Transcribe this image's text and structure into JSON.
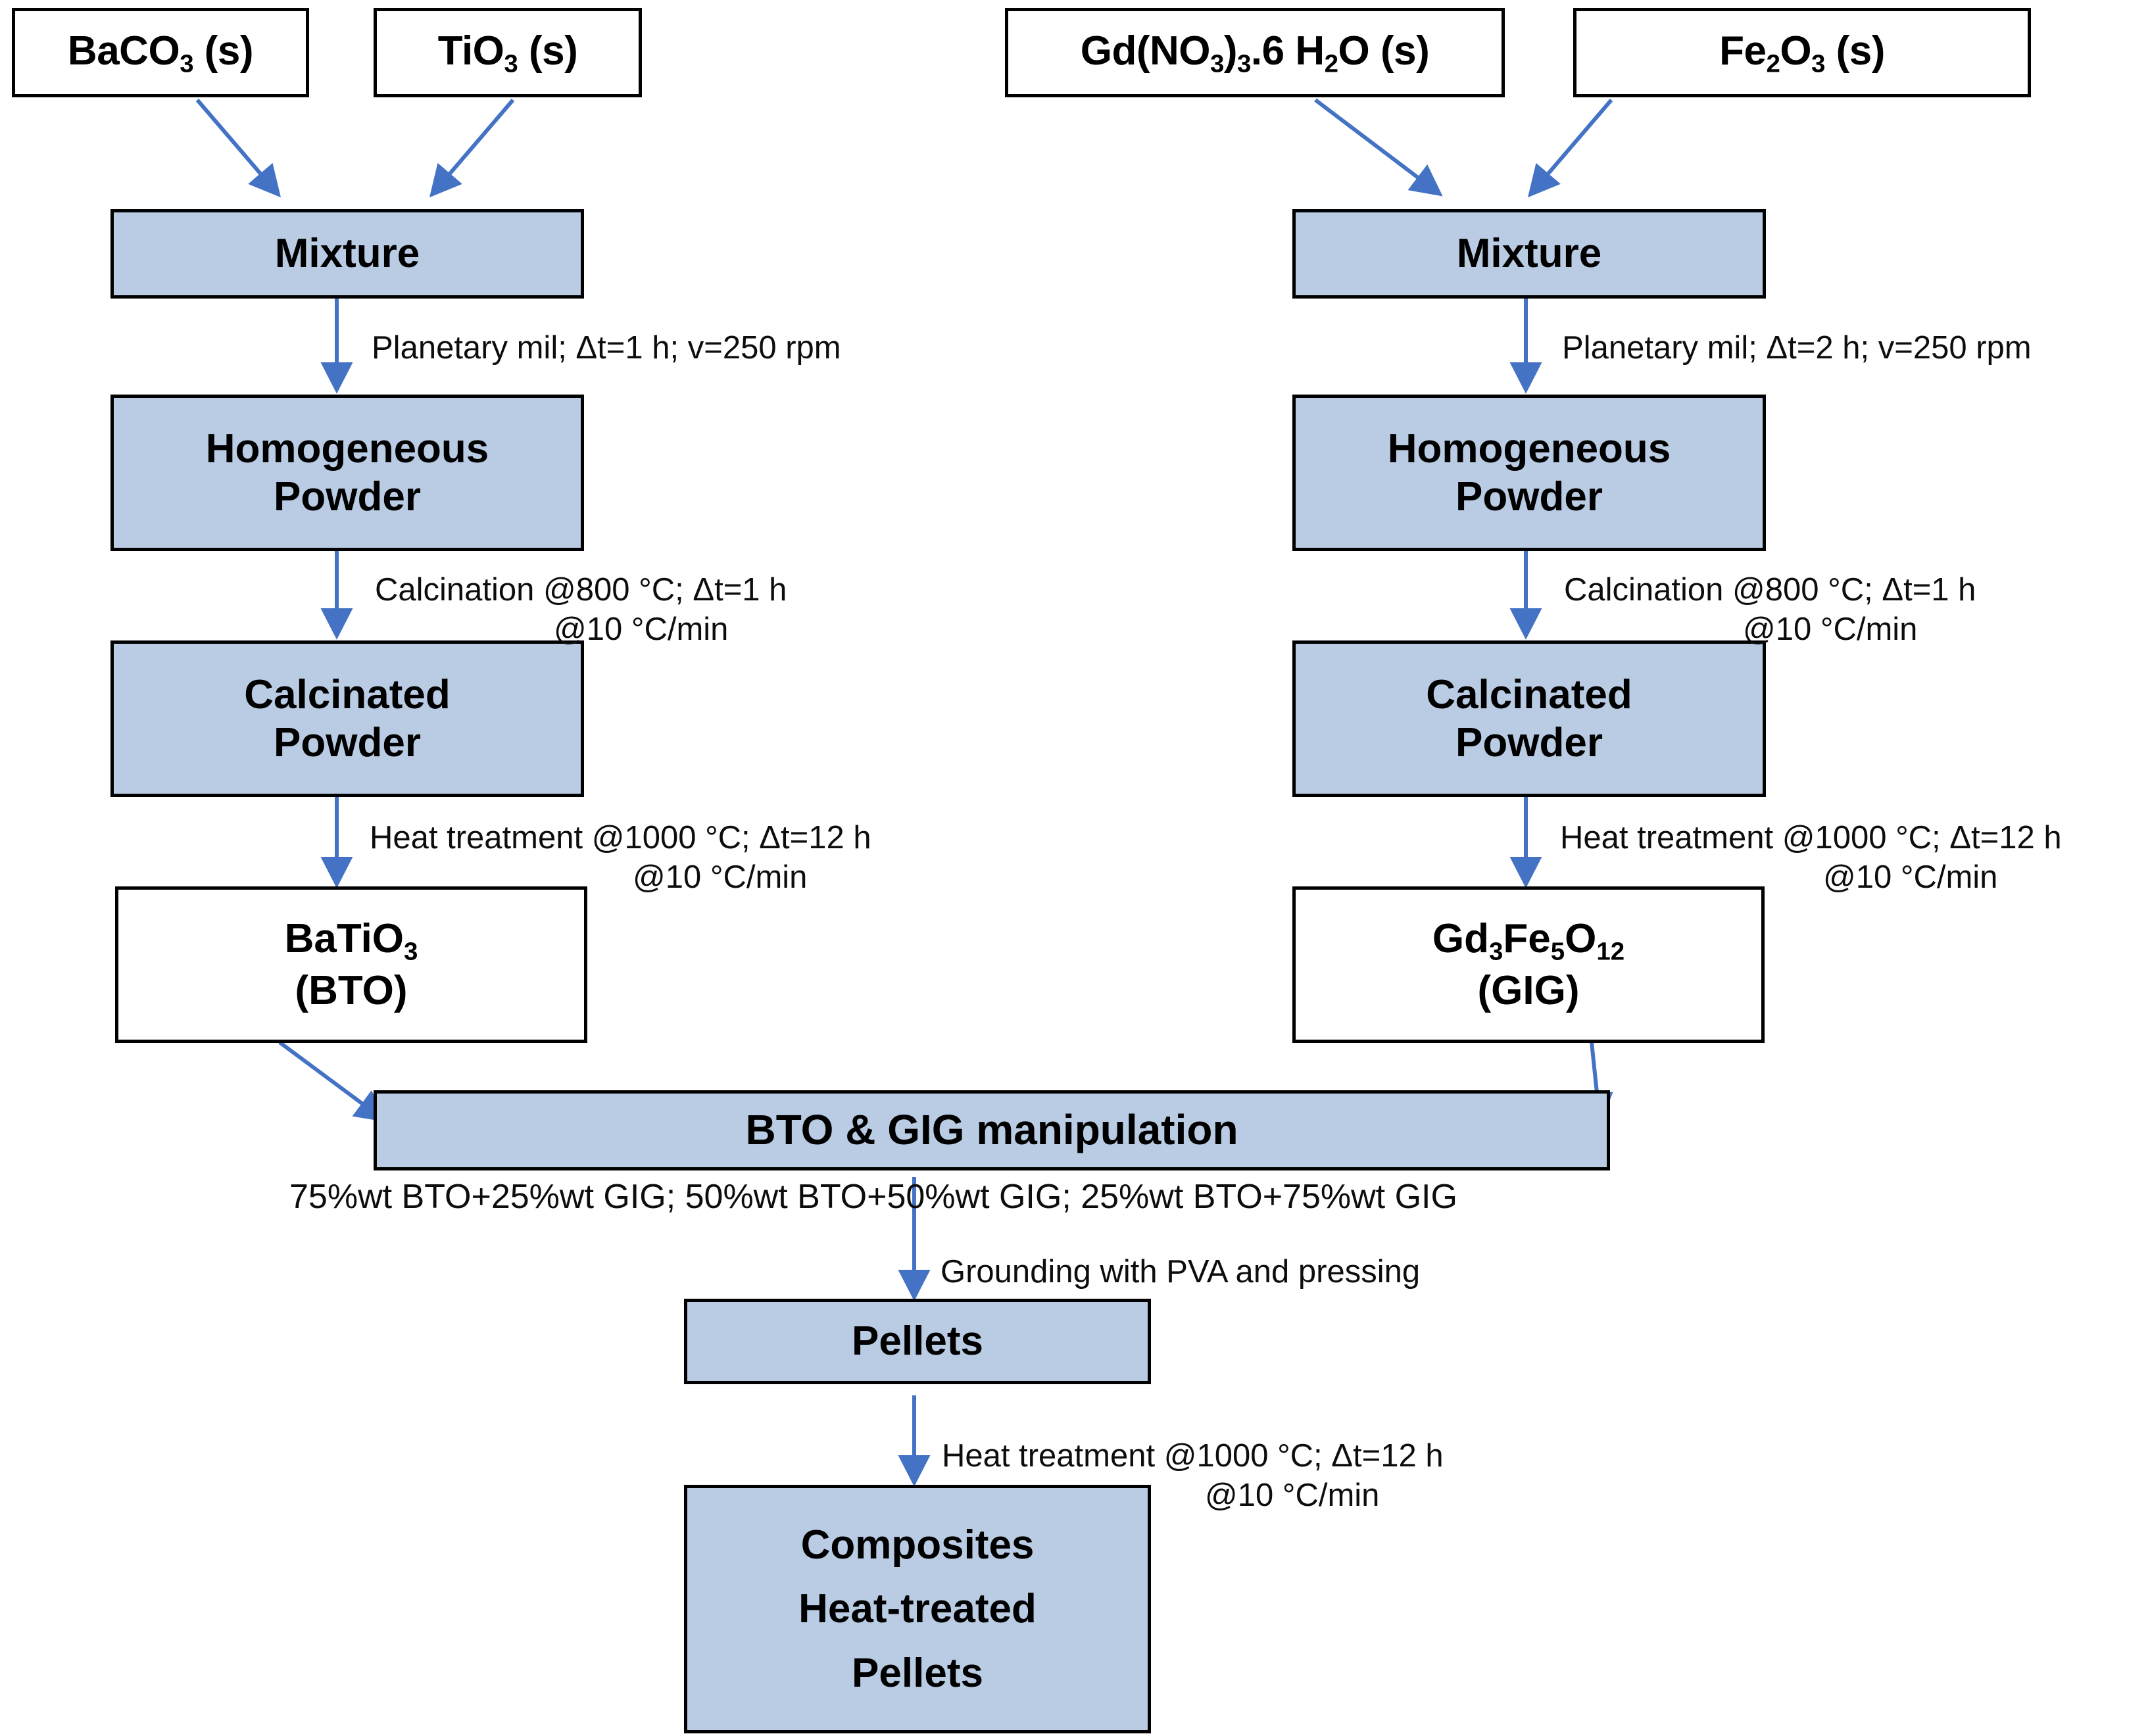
{
  "diagram": {
    "title": "Synthesis flowchart of BTO-GIG composites",
    "accent_arrow_color": "#4472C4",
    "box_fill_blue": "#B9CCE4",
    "box_fill_white": "#FFFFFF",
    "box_border_color": "#000000"
  },
  "nodes": {
    "baco3": {
      "line1_html": "BaCO<sub>3</sub> (s)"
    },
    "tio3": {
      "line1_html": "TiO<sub>3</sub> (s)"
    },
    "gd_nitrate": {
      "line1_html": "Gd(NO<sub>3</sub>)<sub>3</sub>.6 H<sub>2</sub>O (s)"
    },
    "fe2o3": {
      "line1_html": "Fe<sub>2</sub>O<sub>3</sub> (s)"
    },
    "mixture_left": {
      "line1": "Mixture"
    },
    "mixture_right": {
      "line1": "Mixture"
    },
    "homog_left": {
      "line1": "Homogeneous",
      "line2": "Powder"
    },
    "homog_right": {
      "line1": "Homogeneous",
      "line2": "Powder"
    },
    "calc_left": {
      "line1": "Calcinated",
      "line2": "Powder"
    },
    "calc_right": {
      "line1": "Calcinated",
      "line2": "Powder"
    },
    "bto": {
      "line1_html": "BaTiO<sub>3</sub>",
      "line2": "(BTO)"
    },
    "gig": {
      "line1_html": "Gd<sub>3</sub>Fe<sub>5</sub>O<sub>12</sub>",
      "line2": "(GIG)"
    },
    "manipulation": {
      "line1": "BTO & GIG manipulation"
    },
    "pellets": {
      "line1": "Pellets"
    },
    "composites": {
      "line1": "Composites",
      "line2": "Heat-treated",
      "line3": "Pellets"
    }
  },
  "edge_labels": {
    "mill_left": {
      "line1": "Planetary mil; Δt=1 h; v=250  rpm"
    },
    "mill_right": {
      "line1": "Planetary mil; Δt=2 h; v=250  rpm"
    },
    "calcination_left": {
      "line1": "Calcination @800 °C; Δt=1  h",
      "line2": "@10 °C/min"
    },
    "calcination_right": {
      "line1": "Calcination @800 °C; Δt=1  h",
      "line2": "@10 °C/min"
    },
    "heat_left": {
      "line1": "Heat treatment @1000 °C; Δt=12  h",
      "line2": "@10 °C/min"
    },
    "heat_right": {
      "line1": "Heat treatment @1000 °C; Δt=12  h",
      "line2": "@10 °C/min"
    },
    "grounding": {
      "line1": "Grounding with PVA and pressing"
    },
    "heat_final": {
      "line1": "Heat treatment @1000 °C; Δt=12  h",
      "line2": "@10 °C/min"
    }
  },
  "annotations": {
    "composition_ratios": "75%wt BTO+25%wt GIG; 50%wt  BTO+50%wt GIG;  25%wt BTO+75%wt GIG"
  }
}
